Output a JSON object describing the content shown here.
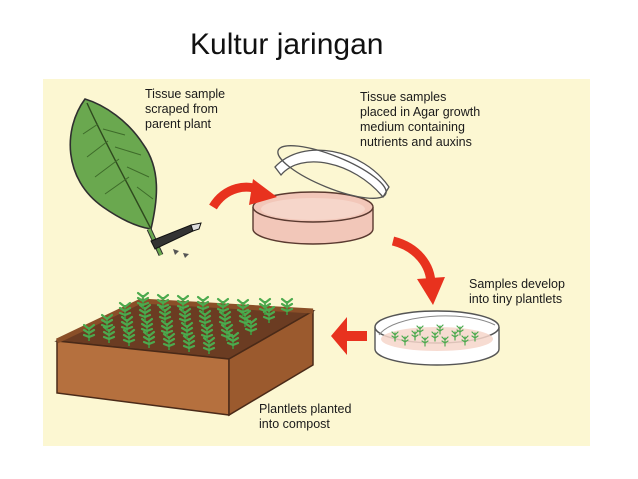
{
  "title": "Kultur jaringan",
  "colors": {
    "panel_background": "#fcf7d2",
    "arrow": "#e8321e",
    "leaf": "#6aa84f",
    "agar": "#f2c7b9",
    "compost": "#6b3c22",
    "box": "#b5703e",
    "plantlet": "#4caa4e"
  },
  "steps": [
    {
      "lines": [
        "Tissue sample",
        "scraped from",
        "parent plant"
      ]
    },
    {
      "lines": [
        "Tissue samples",
        "placed in Agar growth",
        "medium containing",
        "nutrients and auxins"
      ]
    },
    {
      "lines": [
        "Samples develop",
        "into tiny plantlets"
      ]
    },
    {
      "lines": [
        "Plantlets planted",
        "into compost"
      ]
    }
  ]
}
